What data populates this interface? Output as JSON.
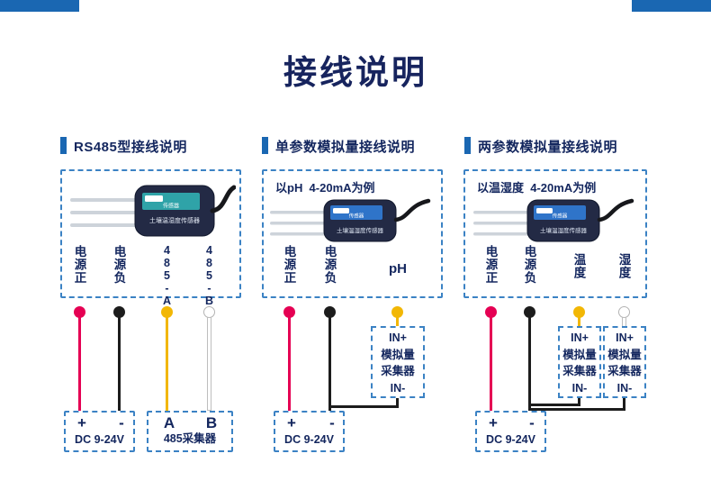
{
  "page": {
    "title": "接线说明",
    "accent_blue": "#1a67b2",
    "dash_border_blue": "#3b82c4",
    "text_navy": "#13265e"
  },
  "sections": [
    {
      "header": "RS485型接线说明",
      "sensor_label": "土壤温湿度传感器",
      "pins": [
        {
          "label": "电源正",
          "color": "#e50053"
        },
        {
          "label": "电源负",
          "color": "#1c1c1c"
        },
        {
          "label": "485-A",
          "color": "#f2b705"
        },
        {
          "label": "485-B",
          "color": "#ffffff"
        }
      ],
      "terminal_boxes": [
        {
          "terminals": [
            "+",
            "-"
          ],
          "label": "DC 9-24V"
        },
        {
          "terminals": [
            "A",
            "B"
          ],
          "label": "485采集器"
        }
      ]
    },
    {
      "header": "单参数模拟量接线说明",
      "example": "以pH  4-20mA为例",
      "sensor_label": "土壤温湿度传感器",
      "pins": [
        {
          "label": "电源正",
          "color": "#e50053"
        },
        {
          "label": "电源负",
          "color": "#1c1c1c"
        },
        {
          "label": "pH",
          "color": "#f2b705"
        }
      ],
      "analog_boxes": [
        {
          "lines": [
            "IN+",
            "模拟量",
            "采集器",
            "IN-"
          ]
        }
      ],
      "terminal_boxes": [
        {
          "terminals": [
            "+",
            "-"
          ],
          "label": "DC 9-24V"
        }
      ]
    },
    {
      "header": "两参数模拟量接线说明",
      "example": "以温湿度  4-20mA为例",
      "sensor_label": "土壤温湿度传感器",
      "pins": [
        {
          "label": "电源正",
          "color": "#e50053"
        },
        {
          "label": "电源负",
          "color": "#1c1c1c"
        },
        {
          "label": "温度",
          "color": "#f2b705"
        },
        {
          "label": "湿度",
          "color": "#ffffff"
        }
      ],
      "analog_boxes": [
        {
          "lines": [
            "IN+",
            "模拟量",
            "采集器",
            "IN-"
          ]
        },
        {
          "lines": [
            "IN+",
            "模拟量",
            "采集器",
            "IN-"
          ]
        }
      ],
      "terminal_boxes": [
        {
          "terminals": [
            "+",
            "-"
          ],
          "label": "DC 9-24V"
        }
      ]
    }
  ]
}
